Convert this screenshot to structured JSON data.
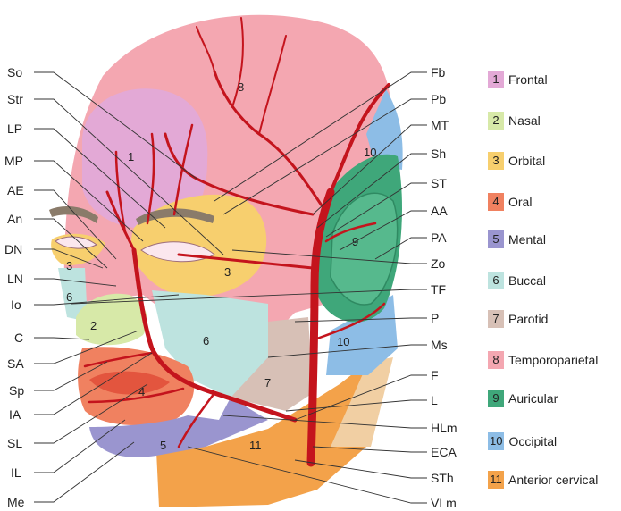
{
  "left_labels": [
    "So",
    "Str",
    "LP",
    "MP",
    "AE",
    "An",
    "DN",
    "LN",
    "Io",
    "C",
    "SA",
    "Sp",
    "IA",
    "SL",
    "IL",
    "Me"
  ],
  "right_labels": [
    "Fb",
    "Pb",
    "MT",
    "Sh",
    "ST",
    "AA",
    "PA",
    "Zo",
    "TF",
    "P",
    "Ms",
    "F",
    "L",
    "HLm",
    "ECA",
    "STh",
    "VLm"
  ],
  "region_numbers": [
    "1",
    "2",
    "3",
    "3",
    "4",
    "5",
    "6",
    "6",
    "7",
    "8",
    "9",
    "10",
    "10",
    "11"
  ],
  "legend": [
    {
      "number": "1",
      "label": "Frontal",
      "color": "#e3a9d6"
    },
    {
      "number": "2",
      "label": "Nasal",
      "color": "#d7e9a8"
    },
    {
      "number": "3",
      "label": "Orbital",
      "color": "#f7cf6e"
    },
    {
      "number": "4",
      "label": "Oral",
      "color": "#f08160"
    },
    {
      "number": "5",
      "label": "Mental",
      "color": "#9a95cf"
    },
    {
      "number": "6",
      "label": "Buccal",
      "color": "#bde3df"
    },
    {
      "number": "7",
      "label": "Parotid",
      "color": "#d7c0b6"
    },
    {
      "number": "8",
      "label": "Temporoparietal",
      "color": "#f4a7b1"
    },
    {
      "number": "9",
      "label": "Auricular",
      "color": "#3fa77a"
    },
    {
      "number": "10",
      "label": "Occipital",
      "color": "#8dbde6"
    },
    {
      "number": "11",
      "label": "Anterior cervical",
      "color": "#f3a24a"
    }
  ],
  "colors": {
    "artery": "#c4141d",
    "skin_base": "#f5b7bd",
    "eyebrow": "#8a7b6a"
  }
}
